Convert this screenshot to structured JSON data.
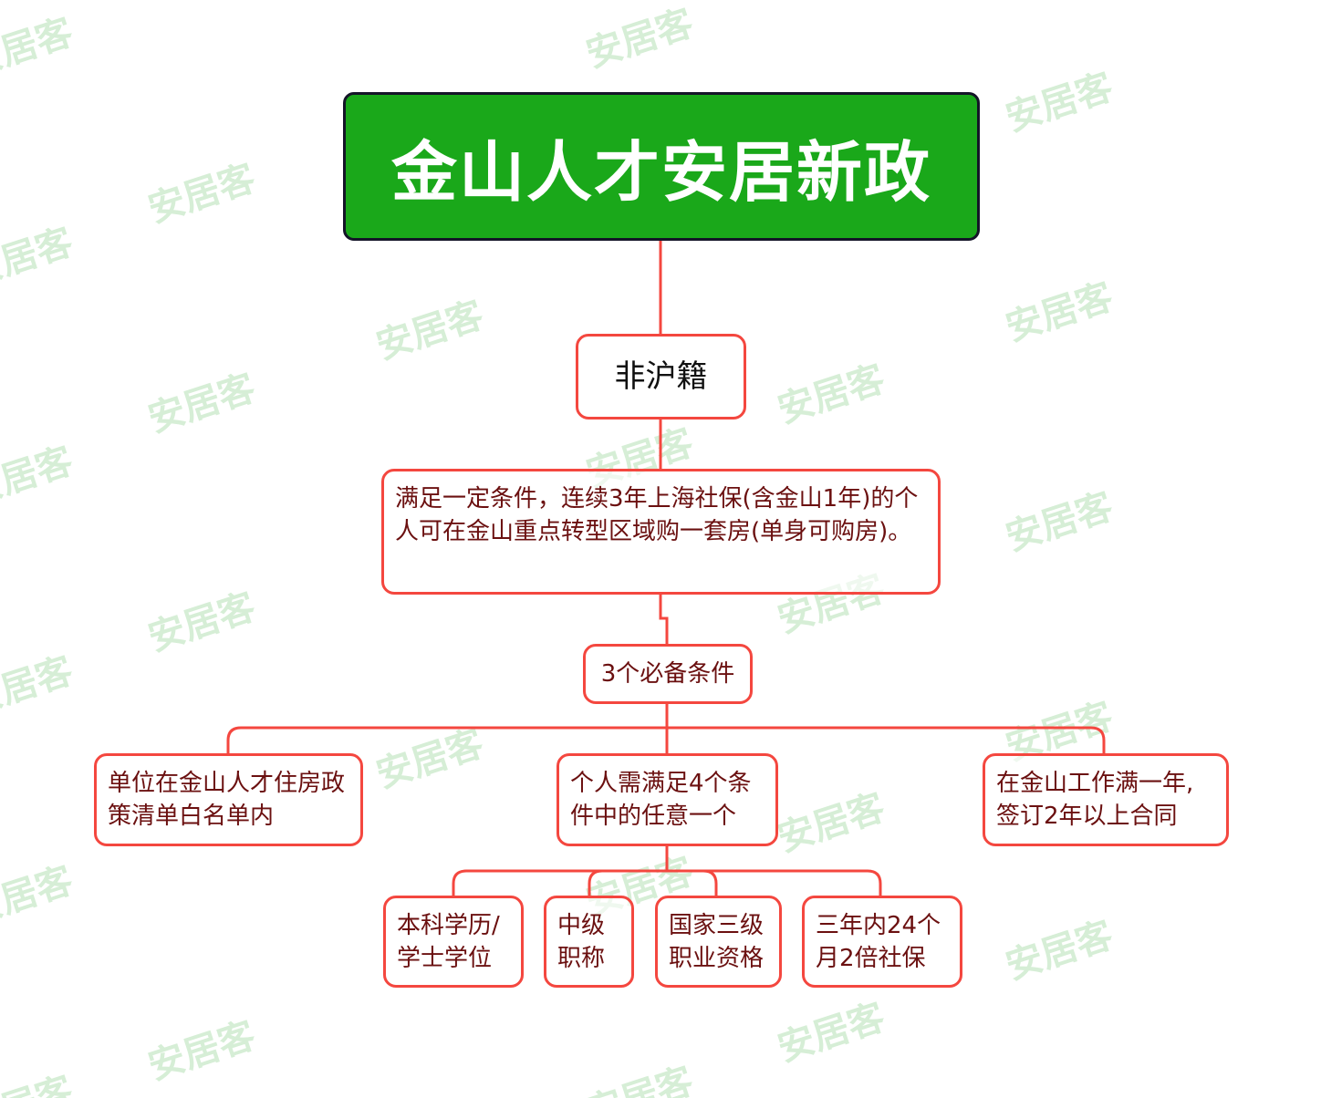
{
  "watermark": "安居客",
  "title": "金山人才安居新政",
  "level1": "非沪籍",
  "description": "满足一定条件，连续3年上海社保(含金山1年)的个人可在金山重点转型区域购一套房(单身可购房)。",
  "requirements_header": "3个必备条件",
  "requirements": [
    "单位在金山人才住房政策清单白名单内",
    "个人需满足4个条件中的任意一个",
    "在金山工作满一年,签订2年以上合同"
  ],
  "options": [
    "本科学历/学士学位",
    "中级职称",
    "国家三级职业资格",
    "三年内24个月2倍社保"
  ],
  "colors": {
    "title_bg": "#1aa81a",
    "border": "#f4473f",
    "text": "#6b1010"
  }
}
